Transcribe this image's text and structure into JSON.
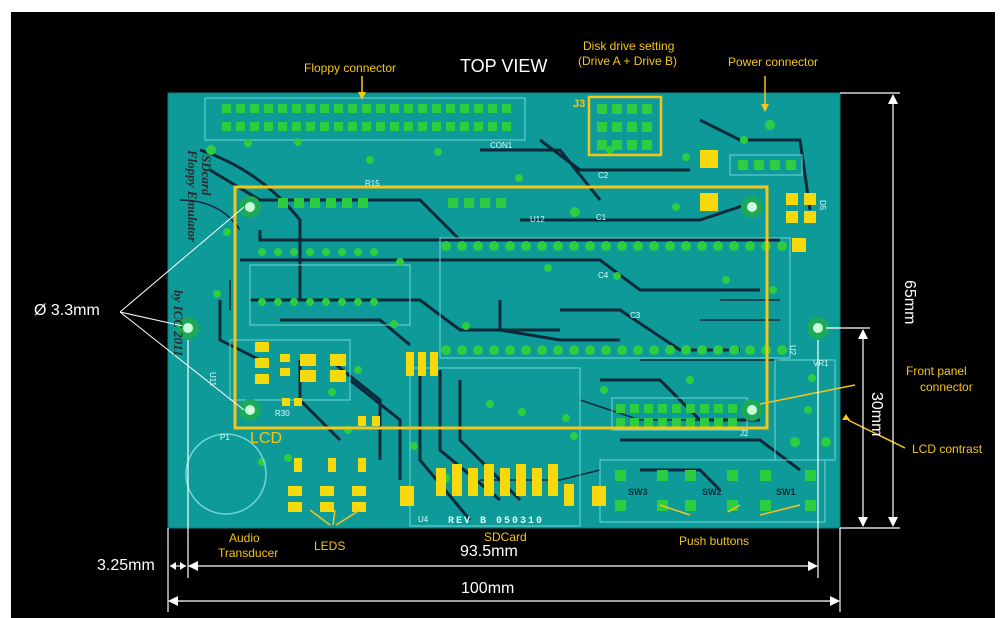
{
  "title": "TOP VIEW",
  "colors": {
    "background": "#000000",
    "board": "#0f9a9a",
    "trace": "#0a2a3a",
    "pad": "#2ecc40",
    "annotation": "#f5c518",
    "dimension": "#ffffff"
  },
  "callouts": {
    "floppy_connector": "Floppy connector",
    "disk_drive_setting": [
      "Disk drive setting",
      "(Drive A + Drive B)"
    ],
    "power_connector": "Power connector",
    "front_panel_connector": [
      "Front panel",
      "connector"
    ],
    "lcd_contrast": "LCD contrast",
    "push_buttons": "Push buttons",
    "sdcard": "SDCard",
    "leds": "LEDS",
    "audio_transducer": [
      "Audio",
      "Transducer"
    ],
    "lcd": "LCD"
  },
  "dimensions": {
    "hole_diameter": "Ø 3.3mm",
    "height": "65mm",
    "mount_offset": "30mm",
    "edge_offset": "3.25mm",
    "hole_spacing": "93.5mm",
    "width": "100mm"
  },
  "silkscreen": {
    "rev": "REV B 050310",
    "board_name": [
      "SDcard",
      "Floppy Emulator",
      "by ICC 2011"
    ],
    "j3": "J3",
    "buttons": [
      "SW3",
      "SW2",
      "SW1"
    ],
    "misc": [
      "CON1",
      "U12",
      "U11",
      "U2",
      "U4",
      "VR1",
      "J2",
      "C1",
      "C2",
      "C3",
      "C4",
      "R15",
      "R30",
      "D5",
      "P1"
    ]
  }
}
